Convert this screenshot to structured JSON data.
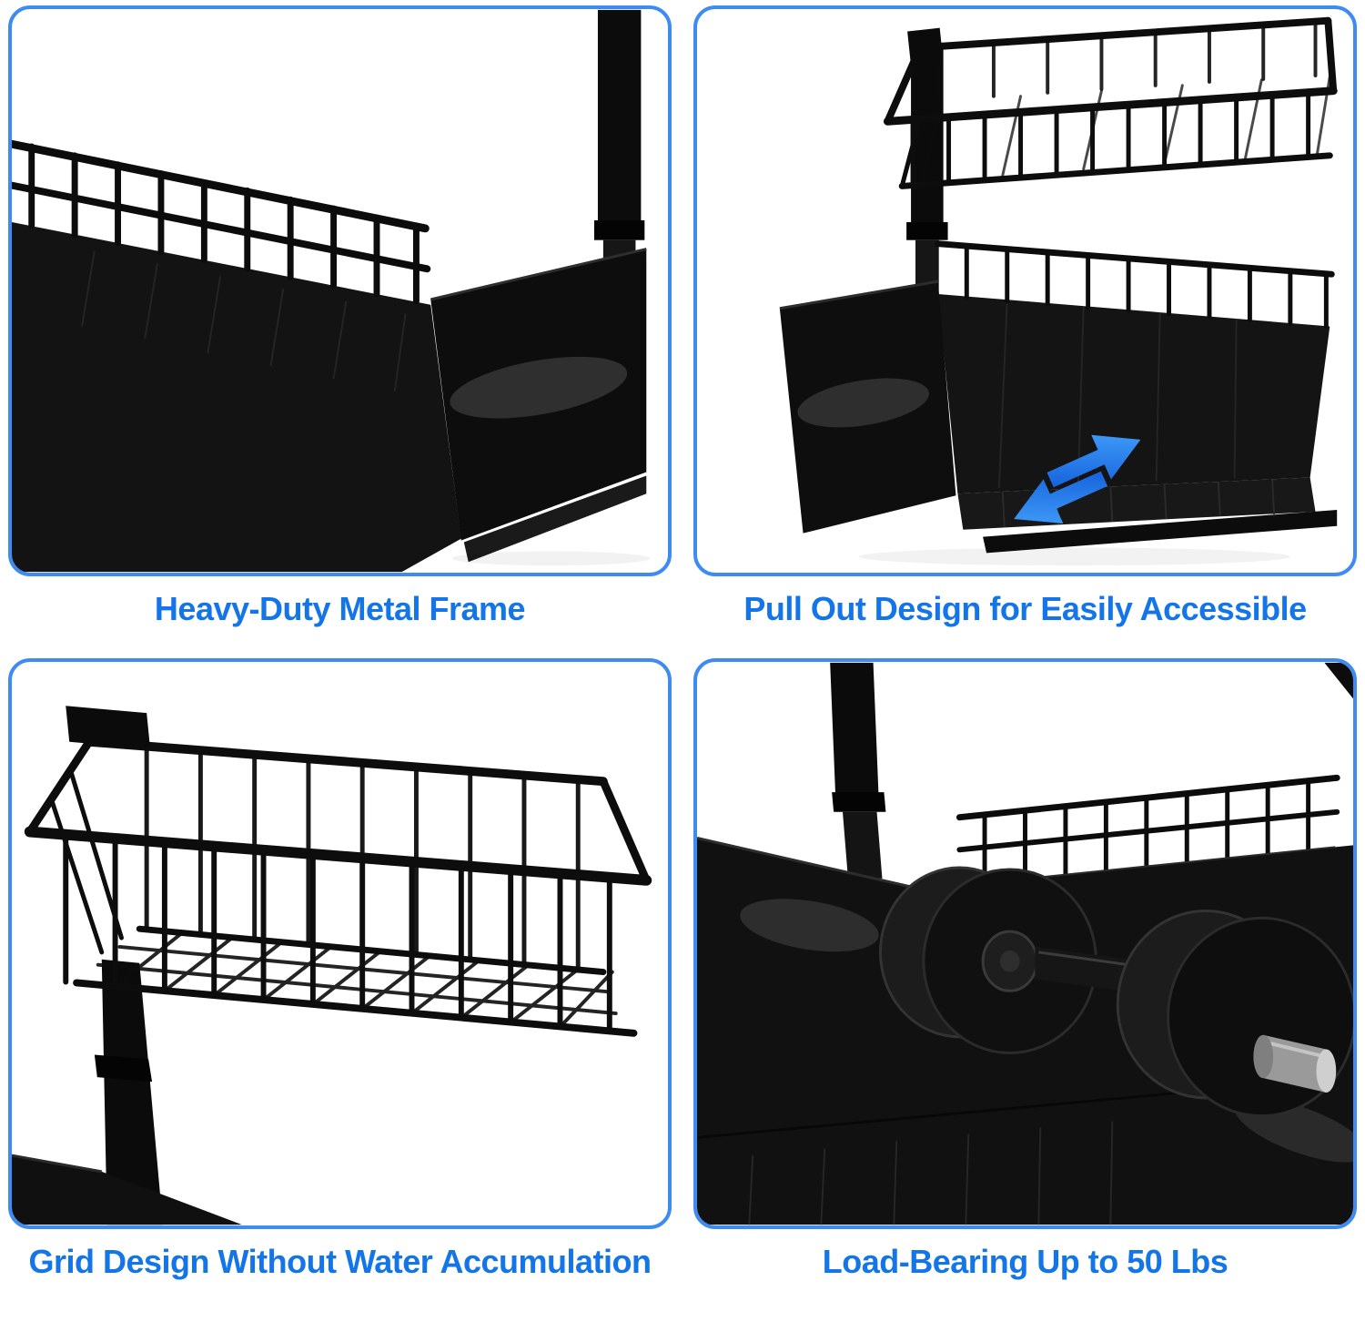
{
  "theme": {
    "panel_border_color": "#3E8BF2",
    "caption_color": "#1375E8",
    "arrow_gradient_start": "#0B55D6",
    "arrow_gradient_end": "#4AA9FF",
    "product_metal_color": "#111111",
    "background_color": "#FFFFFF"
  },
  "panels": [
    {
      "caption": "Heavy-Duty Metal Frame",
      "photo": "black-metal-drawer-frame-closeup"
    },
    {
      "caption": "Pull Out Design for Easily Accessible",
      "photo": "two-tier-organizer-with-sliding-drawer-and-blue-arrows"
    },
    {
      "caption": "Grid Design Without Water Accumulation",
      "photo": "wire-basket-grid-closeup"
    },
    {
      "caption": "Load-Bearing Up to 50 Lbs",
      "photo": "dumbbell-resting-in-sliding-drawer"
    }
  ]
}
